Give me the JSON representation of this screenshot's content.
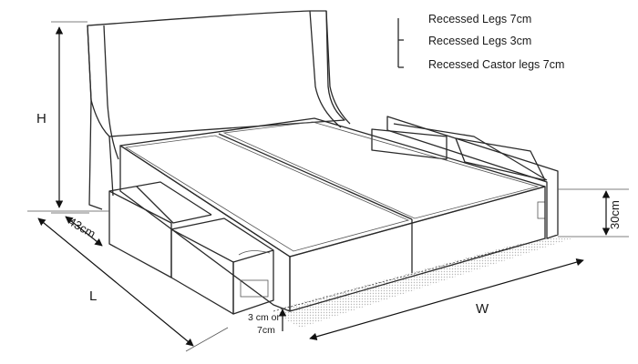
{
  "legs_options": {
    "option1": "Recessed Legs 7cm",
    "option2": "Recessed Legs 3cm",
    "option3": "Recessed Castor legs 7cm"
  },
  "dimensions": {
    "height": "H",
    "length": "L",
    "width": "W",
    "drawer_depth": "43cm",
    "base_height": "30cm",
    "leg_height_line1": "3 cm or",
    "leg_height_line2": "7cm"
  }
}
